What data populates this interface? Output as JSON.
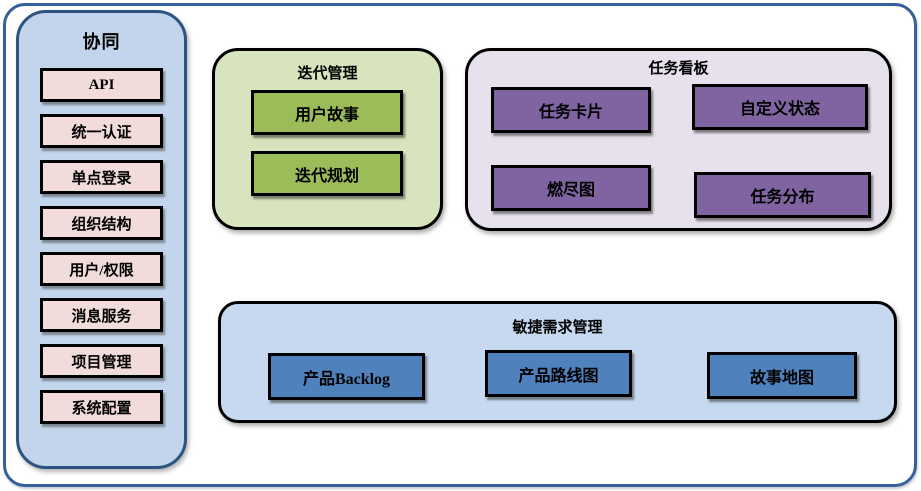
{
  "colors": {
    "frame_border": "#36609b",
    "sidebar_bg": "#c3d5ec",
    "sidebar_border": "#2d5380",
    "sidebar_item_bg": "#f2dcdb",
    "iteration_section_bg": "#d7e4bd",
    "iteration_box_bg": "#9cbb59",
    "kanban_section_bg": "#e7e1ed",
    "kanban_box_bg": "#8064a2",
    "agile_section_bg": "#c6d9f1",
    "agile_box_bg": "#4f81bd",
    "box_border": "#000000"
  },
  "sidebar": {
    "title": "协同",
    "items": [
      "API",
      "统一认证",
      "单点登录",
      "组织结构",
      "用户/权限",
      "消息服务",
      "项目管理",
      "系统配置"
    ]
  },
  "sections": {
    "iteration": {
      "title": "迭代管理",
      "items": [
        "用户故事",
        "迭代规划"
      ]
    },
    "kanban": {
      "title": "任务看板",
      "items": [
        "任务卡片",
        "自定义状态",
        "燃尽图",
        "任务分布"
      ]
    },
    "agile": {
      "title": "敏捷需求管理",
      "items": [
        "产品Backlog",
        "产品路线图",
        "故事地图"
      ]
    }
  }
}
